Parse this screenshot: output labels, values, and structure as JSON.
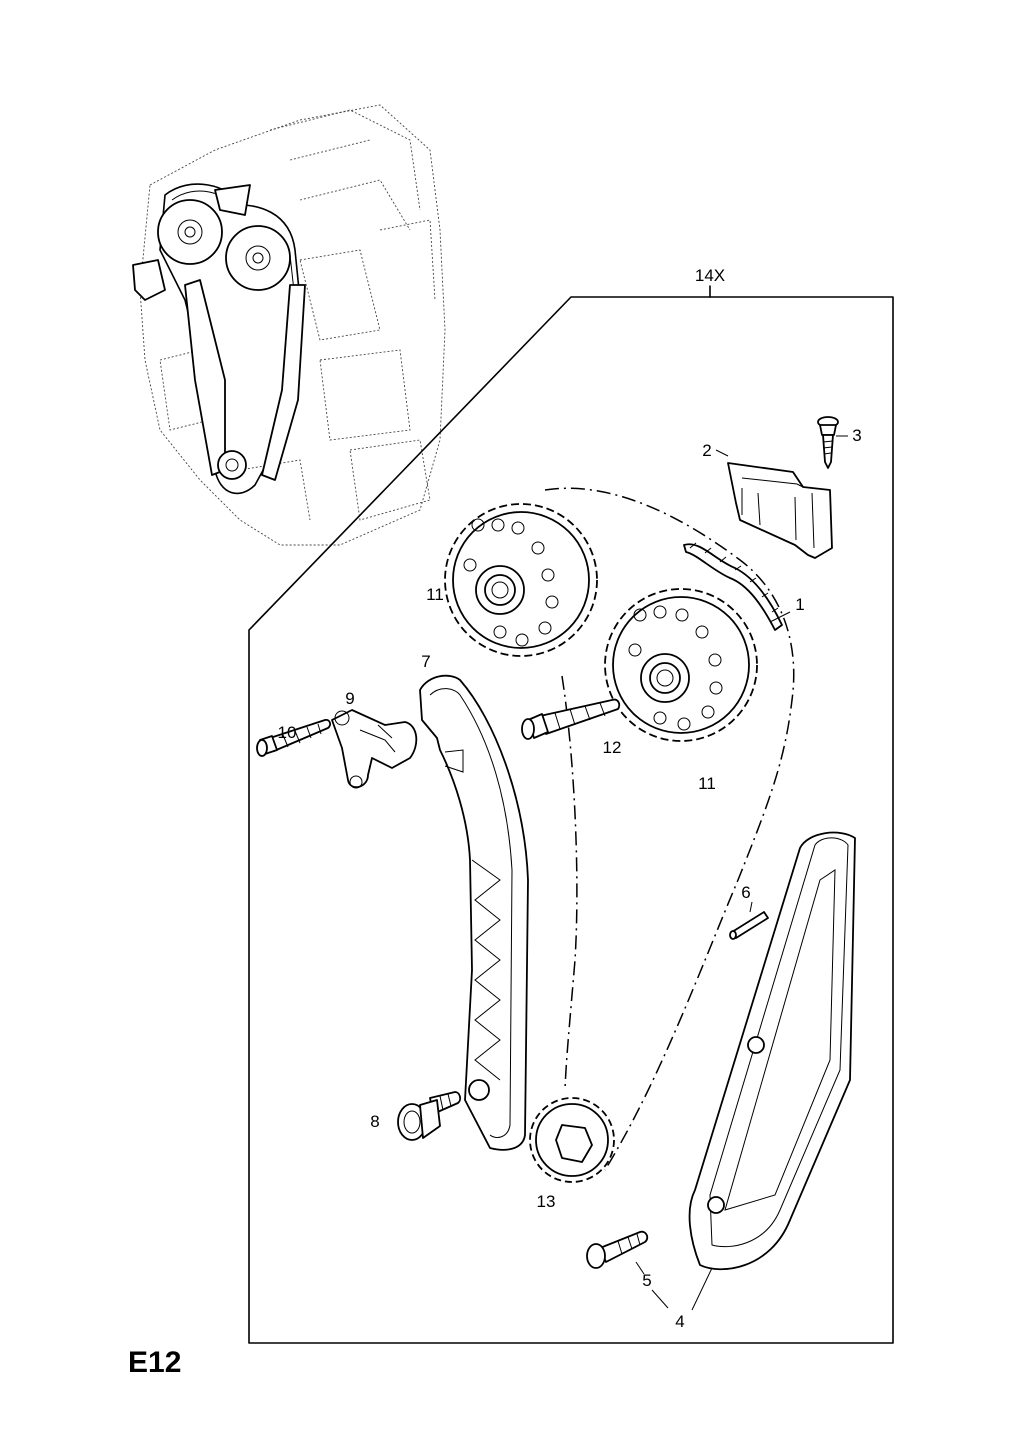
{
  "page_code": "E12",
  "kit_label": "14X",
  "callouts": {
    "c1": "1",
    "c2": "2",
    "c3": "3",
    "c4": "4",
    "c5": "5",
    "c6": "6",
    "c7": "7",
    "c8": "8",
    "c9": "9",
    "c10": "10",
    "c11a": "11",
    "c11b": "11",
    "c12": "12",
    "c13": "13"
  }
}
